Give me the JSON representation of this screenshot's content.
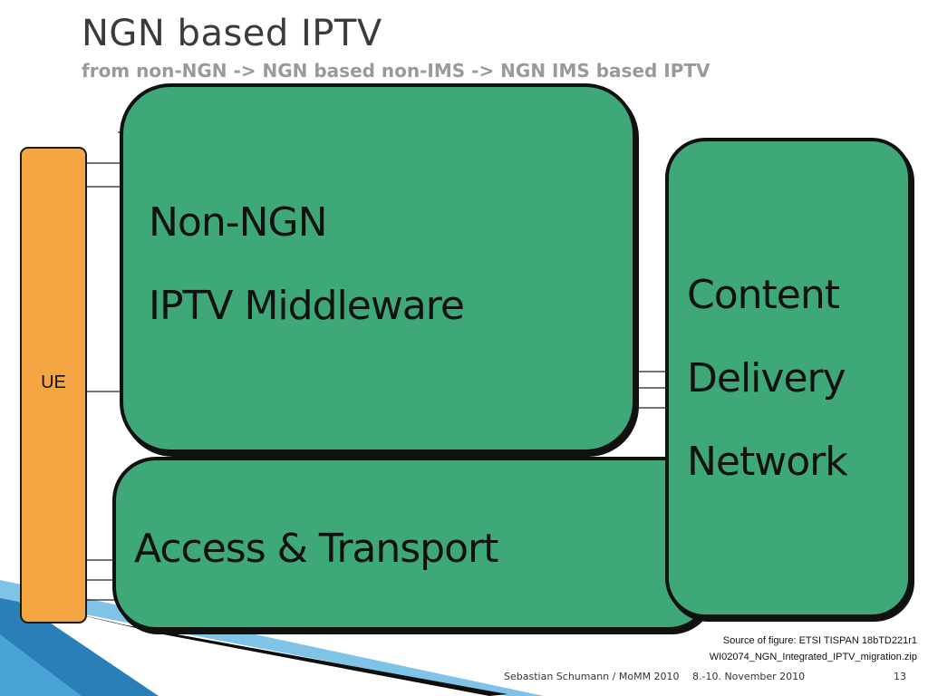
{
  "slide": {
    "title": "NGN based IPTV",
    "subtitle": "from non-NGN -> NGN based non-IMS  -> NGN IMS based IPTV"
  },
  "diagram": {
    "ue_label": "UE",
    "middleware_line1": "Non-NGN",
    "middleware_line2": "IPTV Middleware",
    "access_label": "Access & Transport",
    "cdn_line1": "Content",
    "cdn_line2": "Delivery",
    "cdn_line3": "Network",
    "colors": {
      "box_fill": "#3fa878",
      "ue_fill": "#f5a642",
      "border": "#111111"
    }
  },
  "source": {
    "line1": "Source of figure: ETSI TISPAN 18bTD221r1",
    "line2": "WI02074_NGN_Integrated_IPTV_migration.zip"
  },
  "footer": {
    "author": "Sebastian Schumann / MoMM 2010",
    "date": "8.-10. November 2010",
    "page": "13"
  }
}
